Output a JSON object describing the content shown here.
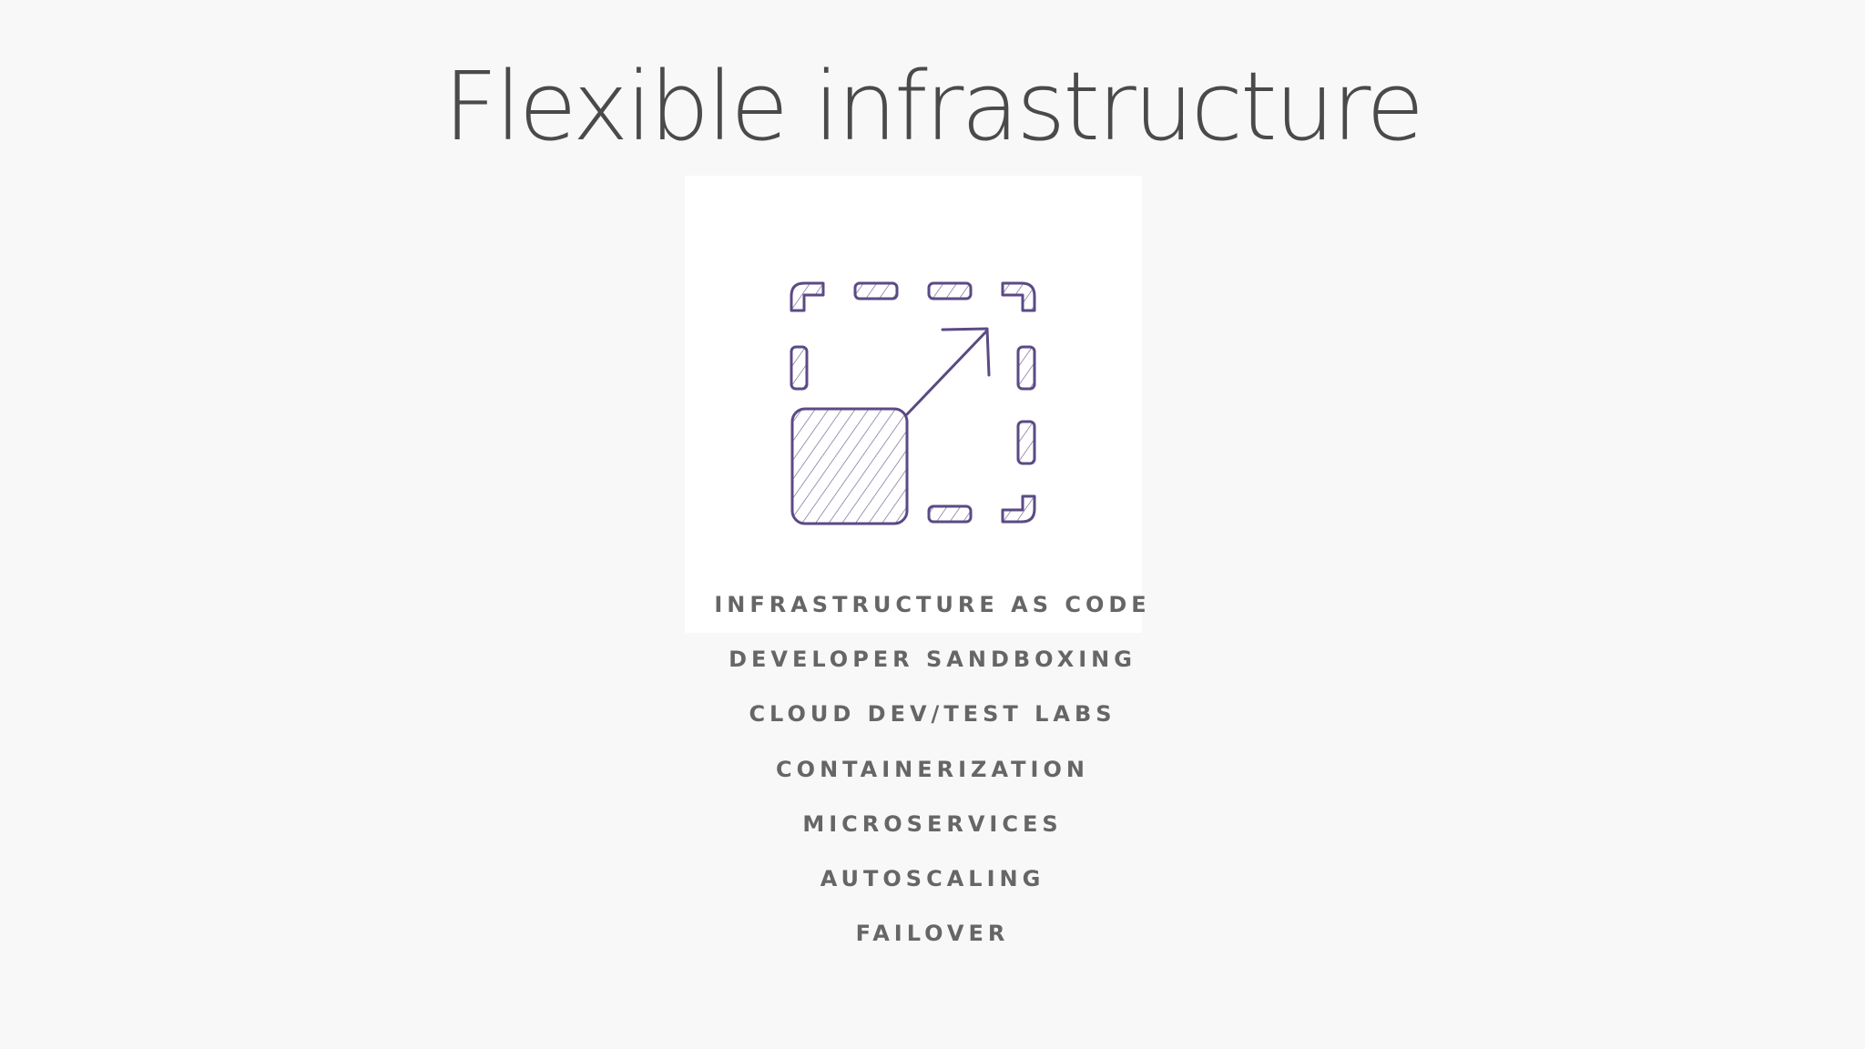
{
  "slide": {
    "title": "Flexible infrastructure",
    "illustration_icon": "resize-expand-icon",
    "accent_color": "#5b4a85",
    "items": [
      "INFRASTRUCTURE AS CODE",
      "DEVELOPER SANDBOXING",
      "CLOUD DEV/TEST LABS",
      "CONTAINERIZATION",
      "MICROSERVICES",
      "AUTOSCALING",
      "FAILOVER"
    ]
  }
}
